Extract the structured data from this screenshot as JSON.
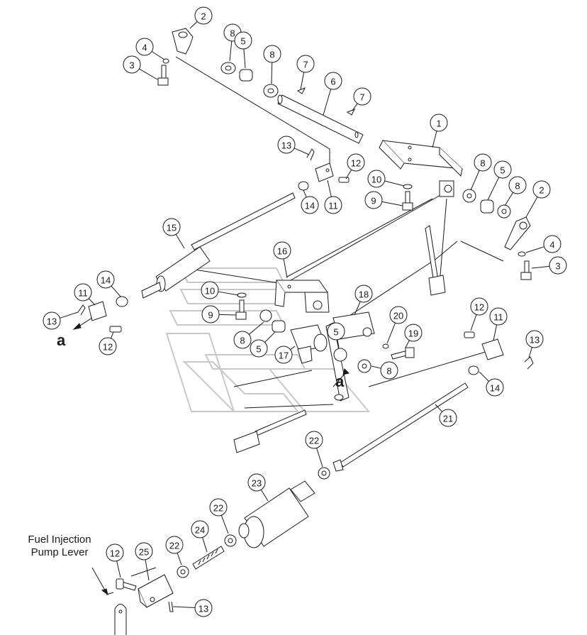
{
  "diagram": {
    "callouts": [
      {
        "id": "c-2a",
        "label": "2"
      },
      {
        "id": "c-4a",
        "label": "4"
      },
      {
        "id": "c-3a",
        "label": "3"
      },
      {
        "id": "c-8a",
        "label": "8"
      },
      {
        "id": "c-5a",
        "label": "5"
      },
      {
        "id": "c-8b",
        "label": "8"
      },
      {
        "id": "c-7a",
        "label": "7"
      },
      {
        "id": "c-6",
        "label": "6"
      },
      {
        "id": "c-7b",
        "label": "7"
      },
      {
        "id": "c-1",
        "label": "1"
      },
      {
        "id": "c-13a",
        "label": "13"
      },
      {
        "id": "c-12a",
        "label": "12"
      },
      {
        "id": "c-10a",
        "label": "10"
      },
      {
        "id": "c-9a",
        "label": "9"
      },
      {
        "id": "c-14a",
        "label": "14"
      },
      {
        "id": "c-11a",
        "label": "11"
      },
      {
        "id": "c-8c",
        "label": "8"
      },
      {
        "id": "c-5b",
        "label": "5"
      },
      {
        "id": "c-8d",
        "label": "8"
      },
      {
        "id": "c-2b",
        "label": "2"
      },
      {
        "id": "c-4b",
        "label": "4"
      },
      {
        "id": "c-3b",
        "label": "3"
      },
      {
        "id": "c-15",
        "label": "15"
      },
      {
        "id": "c-16",
        "label": "16"
      },
      {
        "id": "c-14b",
        "label": "14"
      },
      {
        "id": "c-11b",
        "label": "11"
      },
      {
        "id": "c-13b",
        "label": "13"
      },
      {
        "id": "c-12b",
        "label": "12"
      },
      {
        "id": "c-10b",
        "label": "10"
      },
      {
        "id": "c-9b",
        "label": "9"
      },
      {
        "id": "c-8e",
        "label": "8"
      },
      {
        "id": "c-5c",
        "label": "5"
      },
      {
        "id": "c-17",
        "label": "17"
      },
      {
        "id": "c-18",
        "label": "18"
      },
      {
        "id": "c-5d",
        "label": "5"
      },
      {
        "id": "c-20",
        "label": "20"
      },
      {
        "id": "c-19",
        "label": "19"
      },
      {
        "id": "c-8f",
        "label": "8"
      },
      {
        "id": "c-12c",
        "label": "12"
      },
      {
        "id": "c-11c",
        "label": "11"
      },
      {
        "id": "c-13c",
        "label": "13"
      },
      {
        "id": "c-14c",
        "label": "14"
      },
      {
        "id": "c-21",
        "label": "21"
      },
      {
        "id": "c-22a",
        "label": "22"
      },
      {
        "id": "c-23",
        "label": "23"
      },
      {
        "id": "c-22b",
        "label": "22"
      },
      {
        "id": "c-24",
        "label": "24"
      },
      {
        "id": "c-22c",
        "label": "22"
      },
      {
        "id": "c-25",
        "label": "25"
      },
      {
        "id": "c-12d",
        "label": "12"
      },
      {
        "id": "c-13d",
        "label": "13"
      }
    ],
    "reference_marks": [
      "a",
      "a"
    ],
    "note_line1": "Fuel Injection",
    "note_line2": "Pump Lever"
  }
}
